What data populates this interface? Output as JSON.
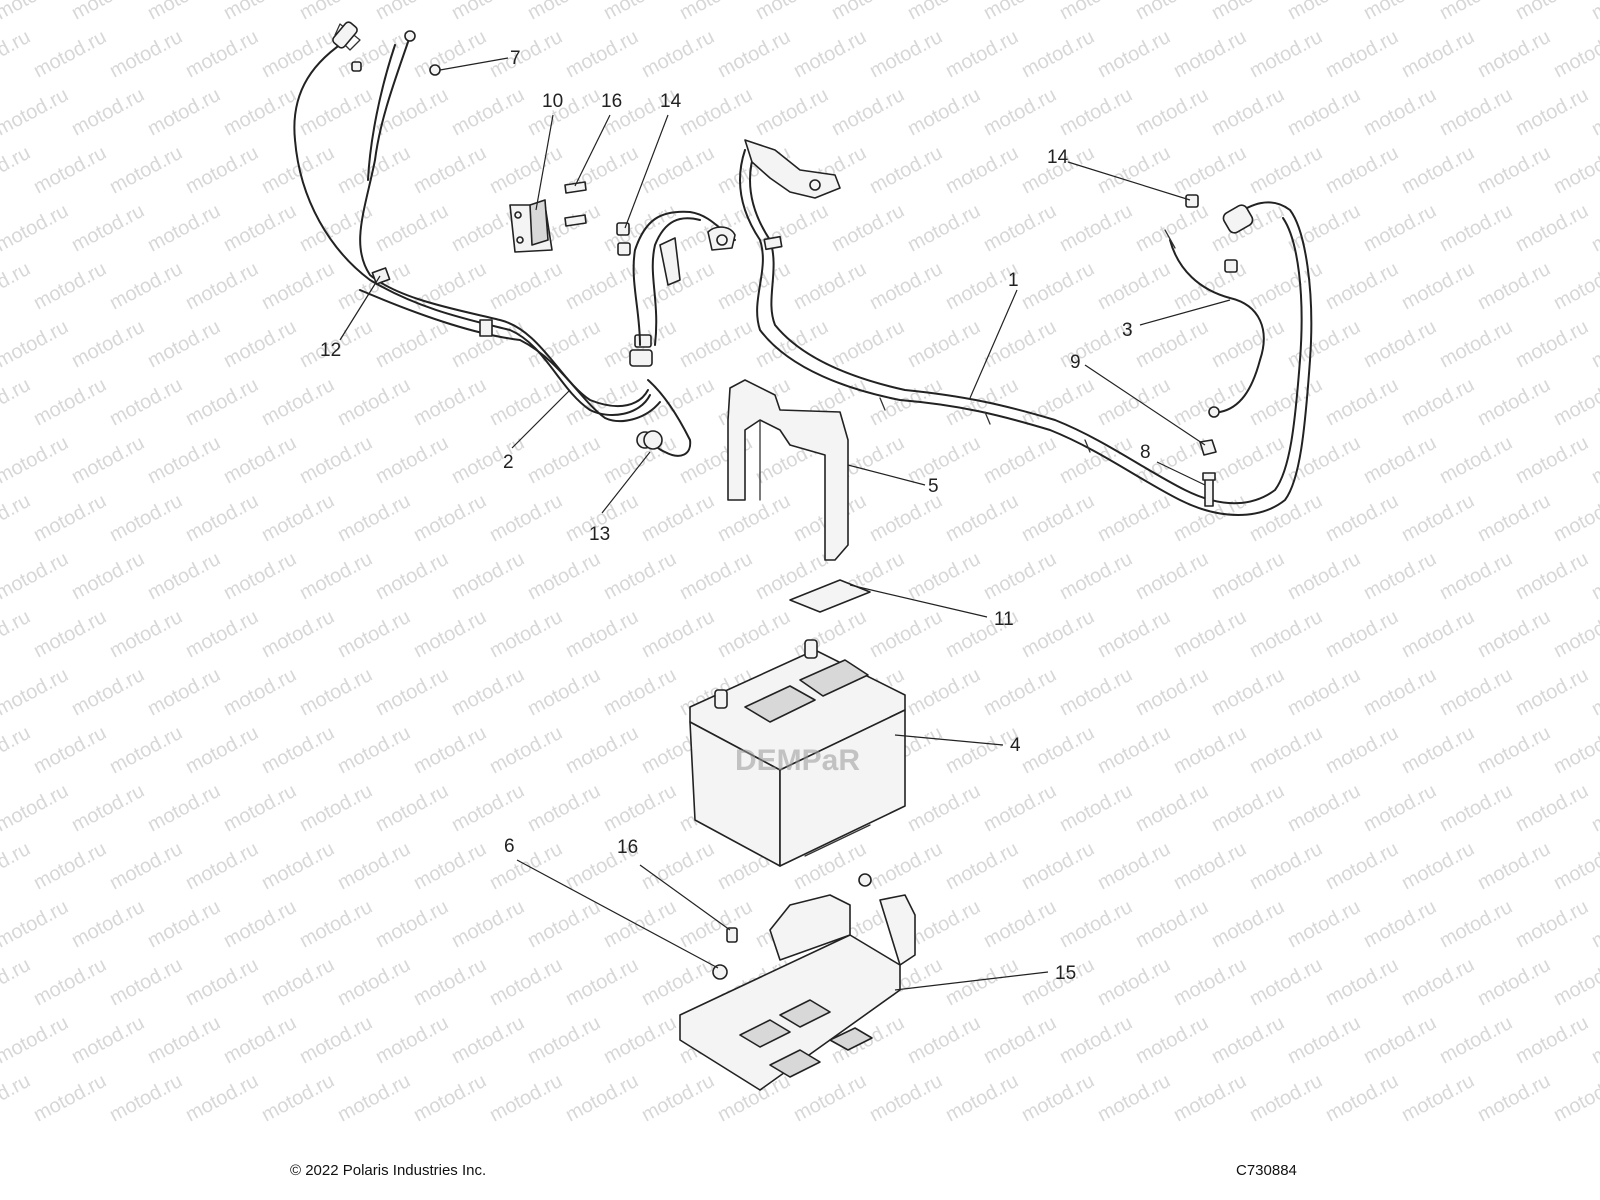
{
  "footer": {
    "copyright": "© 2022 Polaris Industries Inc.",
    "drawing_number": "C730884"
  },
  "watermark": {
    "text": "motod.ru",
    "overlay_text": "DEMPaR"
  },
  "callouts": [
    {
      "id": "c1",
      "label": "1"
    },
    {
      "id": "c2",
      "label": "2"
    },
    {
      "id": "c3",
      "label": "3"
    },
    {
      "id": "c4",
      "label": "4"
    },
    {
      "id": "c5",
      "label": "5"
    },
    {
      "id": "c6",
      "label": "6"
    },
    {
      "id": "c7",
      "label": "7"
    },
    {
      "id": "c8",
      "label": "8"
    },
    {
      "id": "c9",
      "label": "9"
    },
    {
      "id": "c10",
      "label": "10"
    },
    {
      "id": "c11",
      "label": "11"
    },
    {
      "id": "c12",
      "label": "12"
    },
    {
      "id": "c13",
      "label": "13"
    },
    {
      "id": "c14a",
      "label": "14"
    },
    {
      "id": "c14b",
      "label": "14"
    },
    {
      "id": "c15",
      "label": "15"
    },
    {
      "id": "c16a",
      "label": "16"
    },
    {
      "id": "c16b",
      "label": "16"
    }
  ]
}
